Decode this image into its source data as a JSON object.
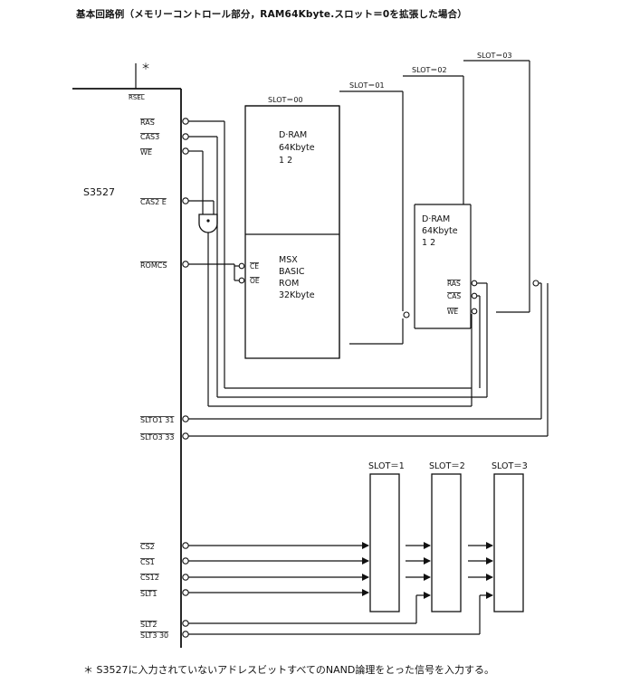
{
  "title": "基本回路例（メモリーコントロール部分，RAM64Kbyte.スロット＝0を拡張した場合）",
  "footnote": "＊ S3527に入力されていないアドレスビットすべてのNAND論理をとった信号を入力する。",
  "asterisk": "＊",
  "chip": {
    "name": "S3527",
    "pins": {
      "rsel": "RSEL",
      "ras": "RAS",
      "cas3": "CAS3",
      "we": "WE",
      "cas2e": "CAS2 E",
      "romcs": "ROMCS",
      "slt0131": "SLTO1 31",
      "slt0333": "SLTO3 33",
      "cs2": "CS2",
      "cs1": "CS1",
      "cs12": "CS12",
      "slt1": "SLT1",
      "slt2": "SLT2",
      "slt330": "SLT3 30"
    }
  },
  "slots": {
    "slot00": "SLOT＝00",
    "slot01": "SLOT＝01",
    "slot02": "SLOT＝02",
    "slot03": "SLOT＝03",
    "slot1": "SLOT＝1",
    "slot2": "SLOT＝2",
    "slot3": "SLOT＝3"
  },
  "dram_main": {
    "line1": "D·RAM",
    "line2": "64Kbyte",
    "line3": "1 2"
  },
  "rom": {
    "line1": "MSX",
    "line2": "BASIC",
    "line3": "ROM",
    "line4": "32Kbyte",
    "ce": "CE",
    "oe": "OE"
  },
  "dram_ext": {
    "line1": "D·RAM",
    "line2": "64Kbyte",
    "line3": "1 2",
    "ras": "RAS",
    "cas": "CAS",
    "we": "WE"
  }
}
